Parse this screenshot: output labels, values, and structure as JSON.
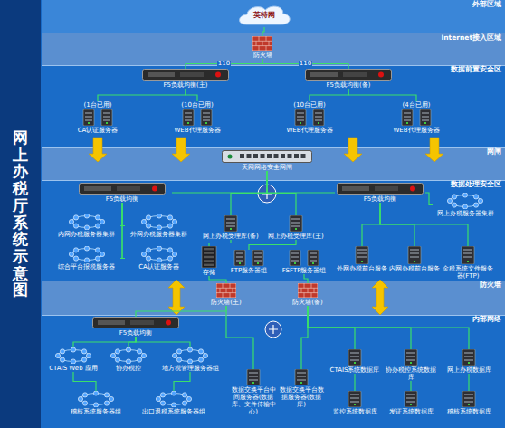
{
  "diagram": {
    "title": "网上办税厅系统示意图",
    "nodes": [
      {
        "text": [
          "外部区域"
        ]
      },
      {
        "text": [
          "英特网"
        ],
        "in": 0
      },
      {
        "text": [
          "Internet接入区域"
        ]
      },
      {
        "text": [
          "防火墙"
        ],
        "in": 2
      },
      {
        "text": [
          "数据前置安全区"
        ]
      },
      {
        "text": [
          "F5负载均衡(主)"
        ],
        "in": 4
      },
      {
        "text": [
          "F5负载均衡(备)"
        ],
        "in": 4
      },
      {
        "text": [
          "(1台已用)",
          "CA认证服务器"
        ],
        "in": 4
      },
      {
        "text": [
          "(10台已用)",
          "WEB代理服务器"
        ],
        "in": 4
      },
      {
        "text": [
          "(10台已用)",
          "WEB代理服务器"
        ],
        "in": 4
      },
      {
        "text": [
          "(4台已用)",
          "WEB代理服务器"
        ],
        "in": 4
      },
      {
        "text": [
          "网闸"
        ]
      },
      {
        "text": [
          "天网网络安全网闸"
        ],
        "in": 11
      },
      {
        "text": [
          "数据处理安全区"
        ]
      },
      {
        "text": [
          "F5负载均衡"
        ],
        "in": 13
      },
      {
        "text": [
          "F5负载均衡"
        ],
        "in": 13
      },
      {
        "text": [
          "网上办税服务器集群"
        ],
        "in": 13
      },
      {
        "text": [
          "内网办税服务器集群"
        ],
        "in": 13
      },
      {
        "text": [
          "外网办税服务器集群"
        ],
        "in": 13
      },
      {
        "text": [
          "综合平台报税服务器"
        ],
        "in": 13
      },
      {
        "text": [
          "CA认证服务器"
        ],
        "in": 13
      },
      {
        "text": [
          "网上办税受理库(备)"
        ],
        "in": 13
      },
      {
        "text": [
          "网上办税受理库(主)"
        ],
        "in": 13
      },
      {
        "text": [
          "存储"
        ],
        "in": 13
      },
      {
        "text": [
          "FTP服务器组"
        ],
        "in": 13
      },
      {
        "text": [
          "FSFTP服务器组"
        ],
        "in": 13
      },
      {
        "text": [
          "外网办税前台服务"
        ],
        "in": 13
      },
      {
        "text": [
          "内网办税前台服务"
        ],
        "in": 13
      },
      {
        "text": [
          "金税系统文件服务器(FTP)"
        ],
        "in": 13
      },
      {
        "text": [
          "防火墙"
        ]
      },
      {
        "text": [
          "防火墙(主)"
        ],
        "in": 29
      },
      {
        "text": [
          "防火墙(备)"
        ],
        "in": 29
      },
      {
        "text": [
          "内部网络"
        ]
      },
      {
        "text": [
          "F5负载均衡"
        ],
        "in": 32
      },
      {
        "text": [
          "CTAIS Web 应用"
        ],
        "in": 32
      },
      {
        "text": [
          "协办税控"
        ],
        "in": 32
      },
      {
        "text": [
          "地方税管理服务器组"
        ],
        "in": 32
      },
      {
        "text": [
          "稽核系统服务器组"
        ],
        "in": 32
      },
      {
        "text": [
          "出口退税系统服务器组"
        ],
        "in": 32
      },
      {
        "text": [
          "数据交换平台中间服务器(数据库、文件传输中心)"
        ],
        "in": 32
      },
      {
        "text": [
          "数据交换平台数据服务器(数据库)"
        ],
        "in": 32
      },
      {
        "text": [
          "CTAIS系统数据库"
        ],
        "in": 32
      },
      {
        "text": [
          "协办税控系统数据库"
        ],
        "in": 32
      },
      {
        "text": [
          "网上办税数据库"
        ],
        "in": 32
      },
      {
        "text": [
          "监控系统数据库"
        ],
        "in": 32
      },
      {
        "text": [
          "发证系统数据库"
        ],
        "in": 32
      },
      {
        "text": [
          "稽核系统数据库"
        ],
        "in": 32
      }
    ],
    "edges": [
      {
        "from": 1,
        "to": 3,
        "arrow": "none"
      },
      {
        "from": 3,
        "to": 5,
        "label": "110",
        "arrow": "none"
      },
      {
        "from": 3,
        "to": 6,
        "label": "110",
        "arrow": "none"
      },
      {
        "from": 5,
        "to": 7,
        "arrow": "none"
      },
      {
        "from": 5,
        "to": 8,
        "arrow": "none"
      },
      {
        "from": 6,
        "to": 9,
        "arrow": "none"
      },
      {
        "from": 6,
        "to": 10,
        "arrow": "none"
      },
      {
        "from": 12,
        "to": 14,
        "arrow": "none"
      },
      {
        "from": 12,
        "to": 15,
        "arrow": "none"
      },
      {
        "from": 12,
        "to": 21,
        "arrow": "none"
      },
      {
        "from": 12,
        "to": 22,
        "arrow": "none"
      },
      {
        "from": 14,
        "to": 17,
        "arrow": "none"
      },
      {
        "from": 14,
        "to": 18,
        "arrow": "none"
      },
      {
        "from": 14,
        "to": 19,
        "arrow": "none"
      },
      {
        "from": 14,
        "to": 20,
        "arrow": "none"
      },
      {
        "from": 15,
        "to": 16,
        "arrow": "none"
      },
      {
        "from": 15,
        "to": 26,
        "arrow": "none"
      },
      {
        "from": 15,
        "to": 27,
        "arrow": "none"
      },
      {
        "from": 15,
        "to": 28,
        "arrow": "none"
      },
      {
        "from": 21,
        "to": 23,
        "arrow": "none"
      },
      {
        "from": 22,
        "to": 24,
        "arrow": "none"
      },
      {
        "from": 23,
        "to": 30,
        "arrow": "none"
      },
      {
        "from": 25,
        "to": 31,
        "arrow": "none"
      },
      {
        "from": 30,
        "to": 33,
        "arrow": "none"
      },
      {
        "from": 30,
        "to": 39,
        "arrow": "none"
      },
      {
        "from": 31,
        "to": 40,
        "arrow": "none"
      },
      {
        "from": 31,
        "to": 41,
        "arrow": "none"
      },
      {
        "from": 31,
        "to": 42,
        "arrow": "none"
      },
      {
        "from": 31,
        "to": 43,
        "arrow": "none"
      },
      {
        "from": 33,
        "to": 34,
        "arrow": "none"
      },
      {
        "from": 33,
        "to": 35,
        "arrow": "none"
      },
      {
        "from": 33,
        "to": 36,
        "arrow": "none"
      },
      {
        "from": 34,
        "to": 37,
        "arrow": "none"
      },
      {
        "from": 36,
        "to": 38,
        "arrow": "none"
      },
      {
        "from": 41,
        "to": 44,
        "arrow": "none"
      },
      {
        "from": 42,
        "to": 45,
        "arrow": "none"
      },
      {
        "from": 43,
        "to": 46,
        "arrow": "none"
      }
    ]
  }
}
